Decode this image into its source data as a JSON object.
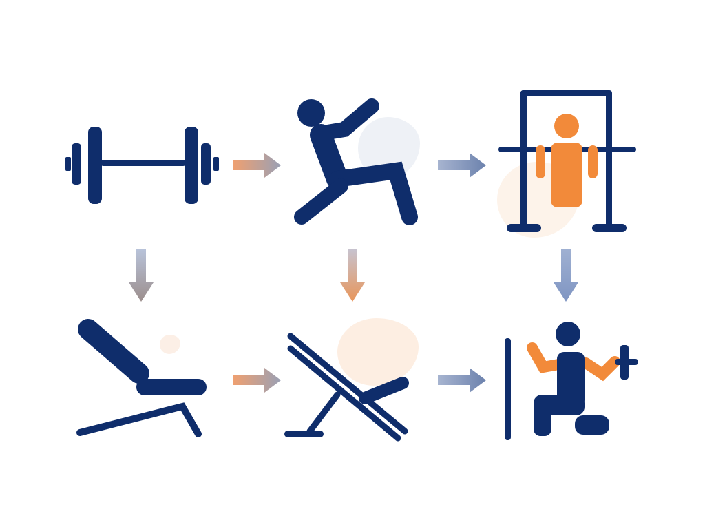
{
  "colors": {
    "primary": "#0f2d6b",
    "accent": "#f28a3a",
    "arrow_orange": "#e8955a",
    "arrow_slate": "#8fa1c4",
    "arrow_gray": "#a89a98",
    "blob_gray": "#eef1f6",
    "blob_peach": "#fdeee2"
  },
  "diagram": {
    "nodes": [
      {
        "id": "barbell",
        "icon": "barbell-icon"
      },
      {
        "id": "lunge",
        "icon": "person-lunge-icon"
      },
      {
        "id": "pullup",
        "icon": "pull-up-bar-icon"
      },
      {
        "id": "bench",
        "icon": "reclined-bench-icon"
      },
      {
        "id": "incline",
        "icon": "incline-bench-icon"
      },
      {
        "id": "kneeling",
        "icon": "kneeling-dumbbell-icon"
      }
    ],
    "edges": [
      {
        "from": "barbell",
        "to": "lunge",
        "direction": "right"
      },
      {
        "from": "lunge",
        "to": "pullup",
        "direction": "right"
      },
      {
        "from": "barbell",
        "to": "bench",
        "direction": "down"
      },
      {
        "from": "lunge",
        "to": "incline",
        "direction": "down"
      },
      {
        "from": "pullup",
        "to": "kneeling",
        "direction": "down"
      },
      {
        "from": "bench",
        "to": "incline",
        "direction": "right"
      },
      {
        "from": "incline",
        "to": "kneeling",
        "direction": "right"
      }
    ]
  }
}
